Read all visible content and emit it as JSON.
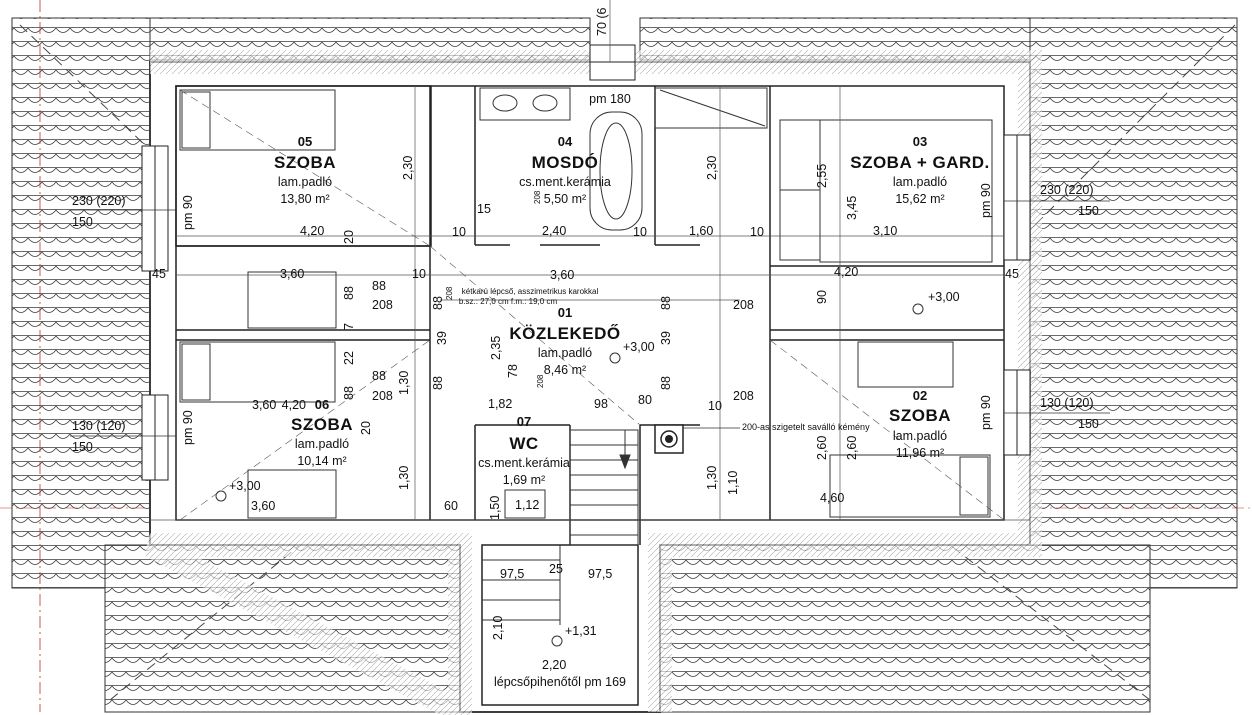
{
  "top_label": "70 (6",
  "rooms": [
    {
      "id": "05",
      "name": "SZOBA",
      "floor": "lam.padló",
      "area": "13,80 m²"
    },
    {
      "id": "04",
      "name": "MOSDÓ",
      "floor": "cs.ment.kerámia",
      "area": "5,50 m²"
    },
    {
      "id": "03",
      "name": "SZOBA + GARD.",
      "floor": "lam.padló",
      "area": "15,62 m²"
    },
    {
      "id": "01",
      "name": "KÖZLEKEDŐ",
      "floor": "lam.padló",
      "area": "8,46 m²"
    },
    {
      "id": "06",
      "name": "SZOBA",
      "floor": "lam.padló",
      "area": "10,14 m²"
    },
    {
      "id": "07",
      "name": "WC",
      "floor": "cs.ment.kerámia",
      "area": "1,69 m²"
    },
    {
      "id": "02",
      "name": "SZOBA",
      "floor": "lam.padló",
      "area": "11,96 m²"
    }
  ],
  "notes": {
    "stair": "kétkarú lépcső, asszimetrikus karokkal",
    "stair_dims": "b.sz.: 27,0 cm f.m.: 19,0 cm",
    "chimney": "200-as szigetelt saválló kémény",
    "landing": "lépcsőpihenőtől pm 169",
    "pm180": "pm 180"
  },
  "dimensions": {
    "d230": "2,30",
    "d230b": "2,30",
    "d420": "4,20",
    "d420b": "4,20",
    "d420c": "4,20",
    "d360": "3,60",
    "d360b": "3,60",
    "d360c": "3,60",
    "d360d": "3,60",
    "d240": "2,40",
    "d160": "1,60",
    "d310": "3,10",
    "d255": "2,55",
    "d345": "3,45",
    "d235": "2,35",
    "d208": "208",
    "d208b": "208",
    "d208c": "208",
    "d208d": "208",
    "d208e": "208",
    "d208f": "208",
    "d208g": "208",
    "d088a": "88",
    "d088b": "88",
    "d088c": "88",
    "d088d": "88",
    "d088e": "88",
    "d088f": "88",
    "d088g": "88",
    "d088h": "88",
    "d182": "1,82",
    "d098": "98",
    "d080": "80",
    "d130": "1,30",
    "d130b": "1,30",
    "d130c": "1,30",
    "d110": "1,10",
    "d260": "2,60",
    "d260b": "2,60",
    "d460": "4,60",
    "d112": "1,12",
    "d150": "1,50",
    "d060": "60",
    "d975": "97,5",
    "d975b": "97,5",
    "d025": "25",
    "d210": "2,10",
    "d220": "2,20",
    "d090": "90",
    "d010a": "10",
    "d010b": "10",
    "d010c": "10",
    "d010d": "10",
    "d010e": "10",
    "d015": "15",
    "d020": "20",
    "d020b": "20",
    "d045": "45",
    "d045b": "45",
    "d039": "39",
    "d039b": "39",
    "d078": "78",
    "d007": "7",
    "d022": "22"
  },
  "windows": {
    "w05_size": "230 (220)",
    "w05_sill": "150",
    "w03_size": "230 (220)",
    "w03_sill": "150",
    "w06_size": "130 (120)",
    "w06_sill": "150",
    "w02_size": "130 (120)",
    "w02_sill": "150",
    "pm90": "pm 90"
  },
  "levels": {
    "l300a": "+3,00",
    "l300b": "+3,00",
    "l300c": "+3,00",
    "l131": "+1,31"
  }
}
